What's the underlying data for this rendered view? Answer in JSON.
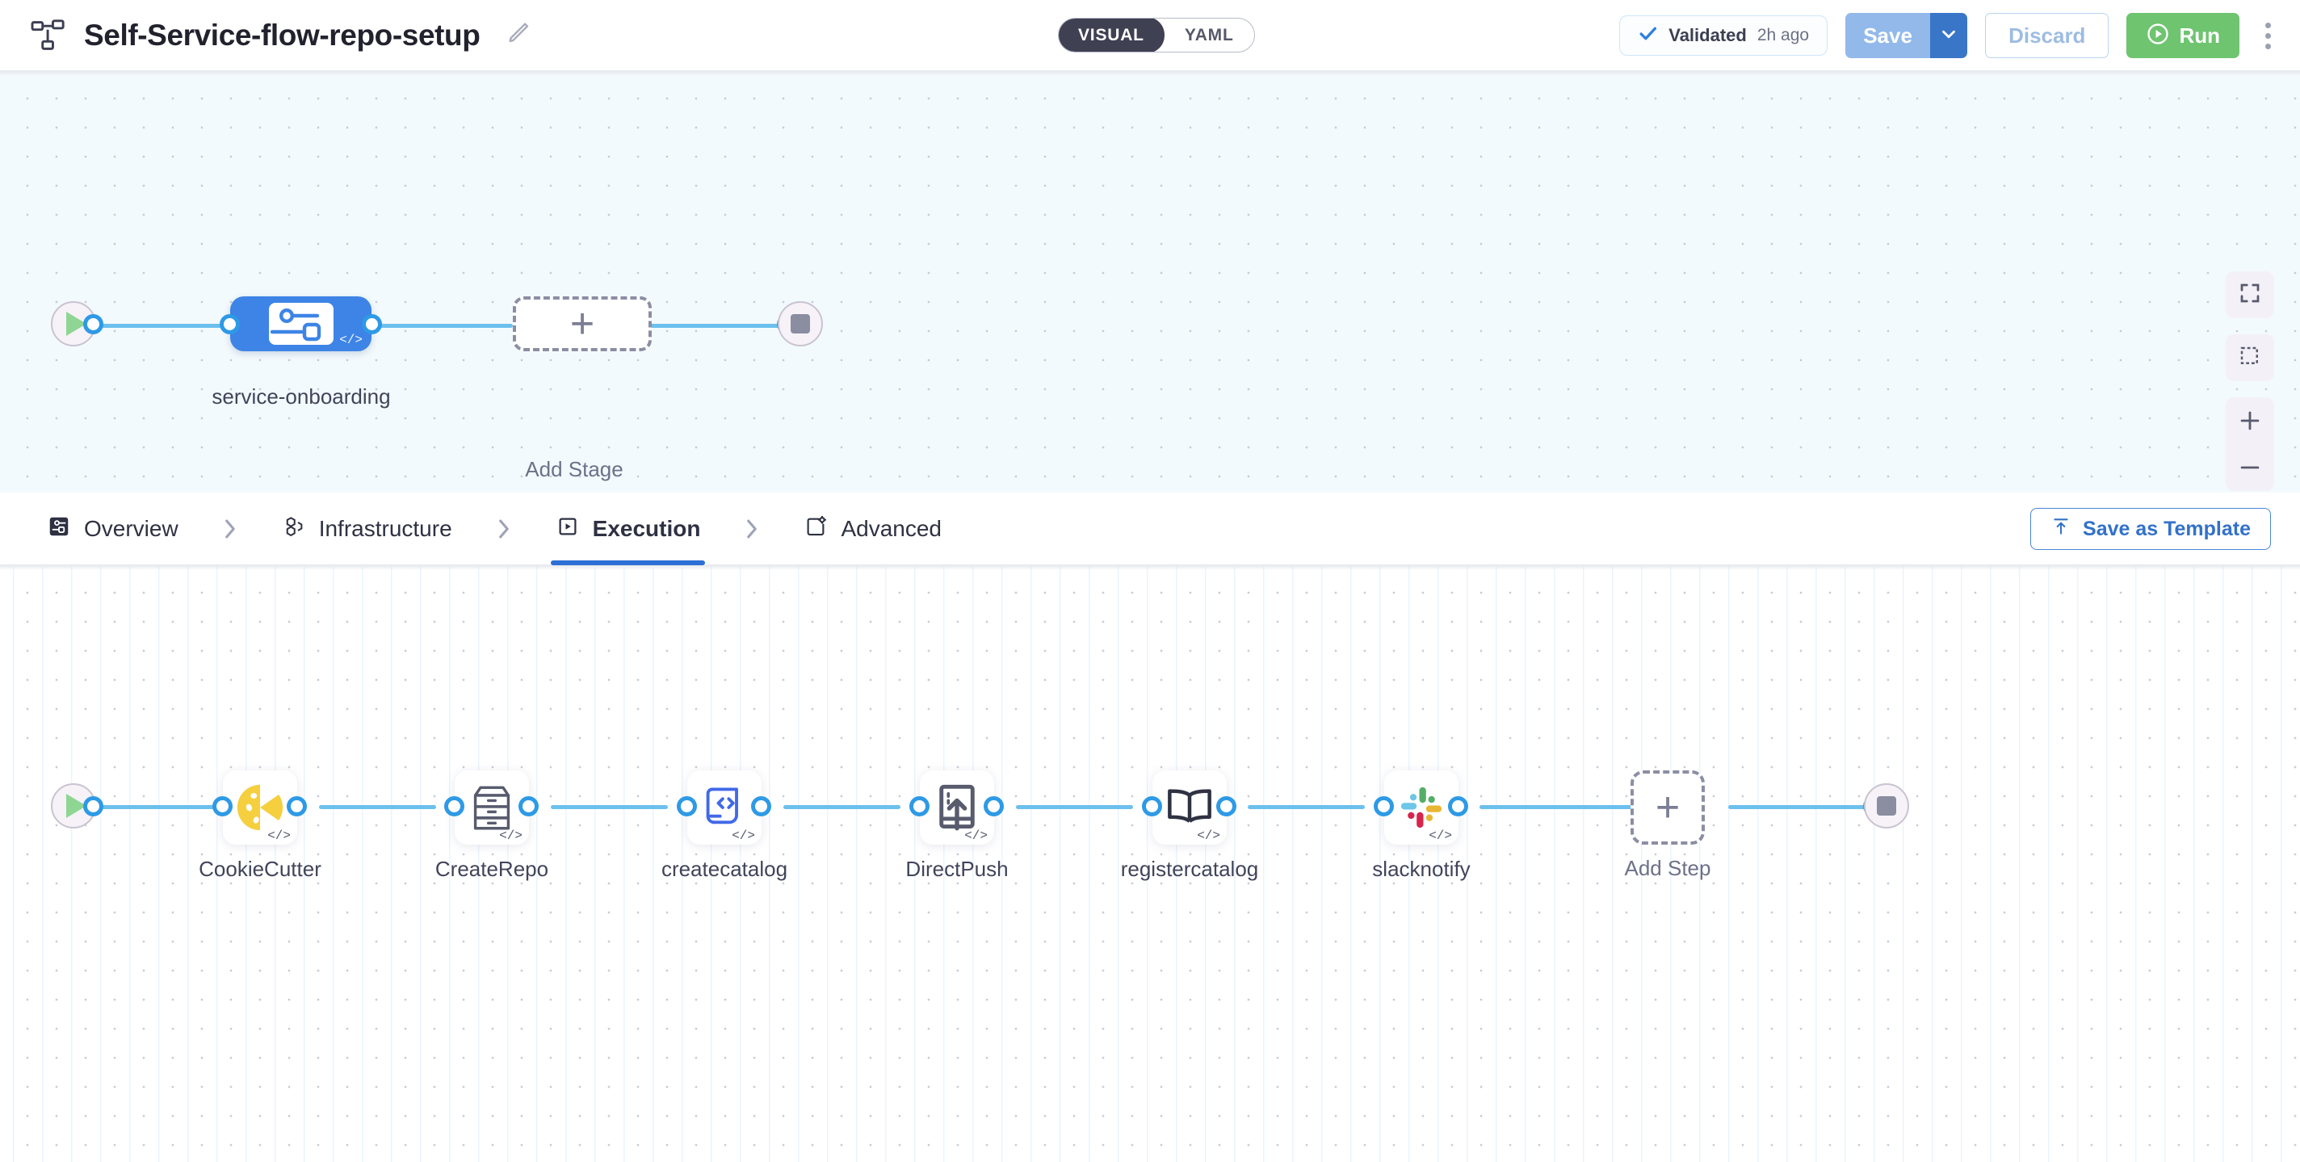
{
  "header": {
    "pipeline_icon": "pipeline-nodes-icon",
    "title": "Self-Service-flow-repo-setup",
    "edit_icon": "edit-pencil-icon",
    "mode_toggle": {
      "options": [
        "VISUAL",
        "YAML"
      ],
      "selected": "VISUAL"
    },
    "validation": {
      "icon": "check-icon",
      "label": "Validated",
      "time": "2h ago"
    },
    "save_label": "Save",
    "save_caret_icon": "chevron-down-icon",
    "discard_label": "Discard",
    "run_label": "Run",
    "run_icon": "play-circle-icon",
    "more_icon": "kebab-menu-icon"
  },
  "colors": {
    "accent_blue": "#3d84e6",
    "edge_blue": "#6cc0ee",
    "port_blue": "#2e9ae6",
    "run_green": "#6ec46f",
    "save_blue": "#92b9ea",
    "save_caret_blue": "#3a76c8",
    "tab_underline": "#2d6fd4",
    "cookie_yellow": "#f5cf3d",
    "icon_gray": "#585b6e"
  },
  "stage_canvas": {
    "start_node": {
      "icon": "play-icon"
    },
    "end_node": {
      "icon": "stop-icon"
    },
    "stages": [
      {
        "label": "service-onboarding",
        "icon": "stage-graph-icon",
        "code_badge": "</>",
        "selected": true
      }
    ],
    "add_stage": {
      "label": "Add Stage",
      "icon": "plus-icon"
    }
  },
  "tabs": {
    "items": [
      {
        "label": "Overview",
        "icon": "overview-icon",
        "active": false
      },
      {
        "label": "Infrastructure",
        "icon": "infrastructure-icon",
        "active": false
      },
      {
        "label": "Execution",
        "icon": "execution-icon",
        "active": true
      },
      {
        "label": "Advanced",
        "icon": "advanced-icon",
        "active": false
      }
    ],
    "separator_icon": "chevron-right-icon",
    "save_as_template": {
      "label": "Save as Template",
      "icon": "upload-template-icon"
    }
  },
  "step_canvas": {
    "start_node": {
      "icon": "play-icon"
    },
    "end_node": {
      "icon": "stop-icon"
    },
    "steps": [
      {
        "label": "CookieCutter",
        "icon": "cookie-icon",
        "code_badge": "</>"
      },
      {
        "label": "CreateRepo",
        "icon": "file-cabinet-icon",
        "code_badge": "</>"
      },
      {
        "label": "createcatalog",
        "icon": "code-script-icon",
        "code_badge": "</>"
      },
      {
        "label": "DirectPush",
        "icon": "push-upload-icon",
        "code_badge": "</>"
      },
      {
        "label": "registercatalog",
        "icon": "open-book-icon",
        "code_badge": "</>"
      },
      {
        "label": "slacknotify",
        "icon": "slack-icon",
        "code_badge": "</>"
      }
    ],
    "add_step": {
      "label": "Add Step",
      "icon": "plus-icon"
    }
  },
  "canvas_controls": [
    {
      "name": "fit-to-screen",
      "icon": "fit-screen-icon"
    },
    {
      "name": "selection-marquee",
      "icon": "marquee-select-icon"
    },
    {
      "name": "zoom-in",
      "icon": "plus-icon"
    },
    {
      "name": "zoom-out",
      "icon": "minus-icon"
    }
  ]
}
